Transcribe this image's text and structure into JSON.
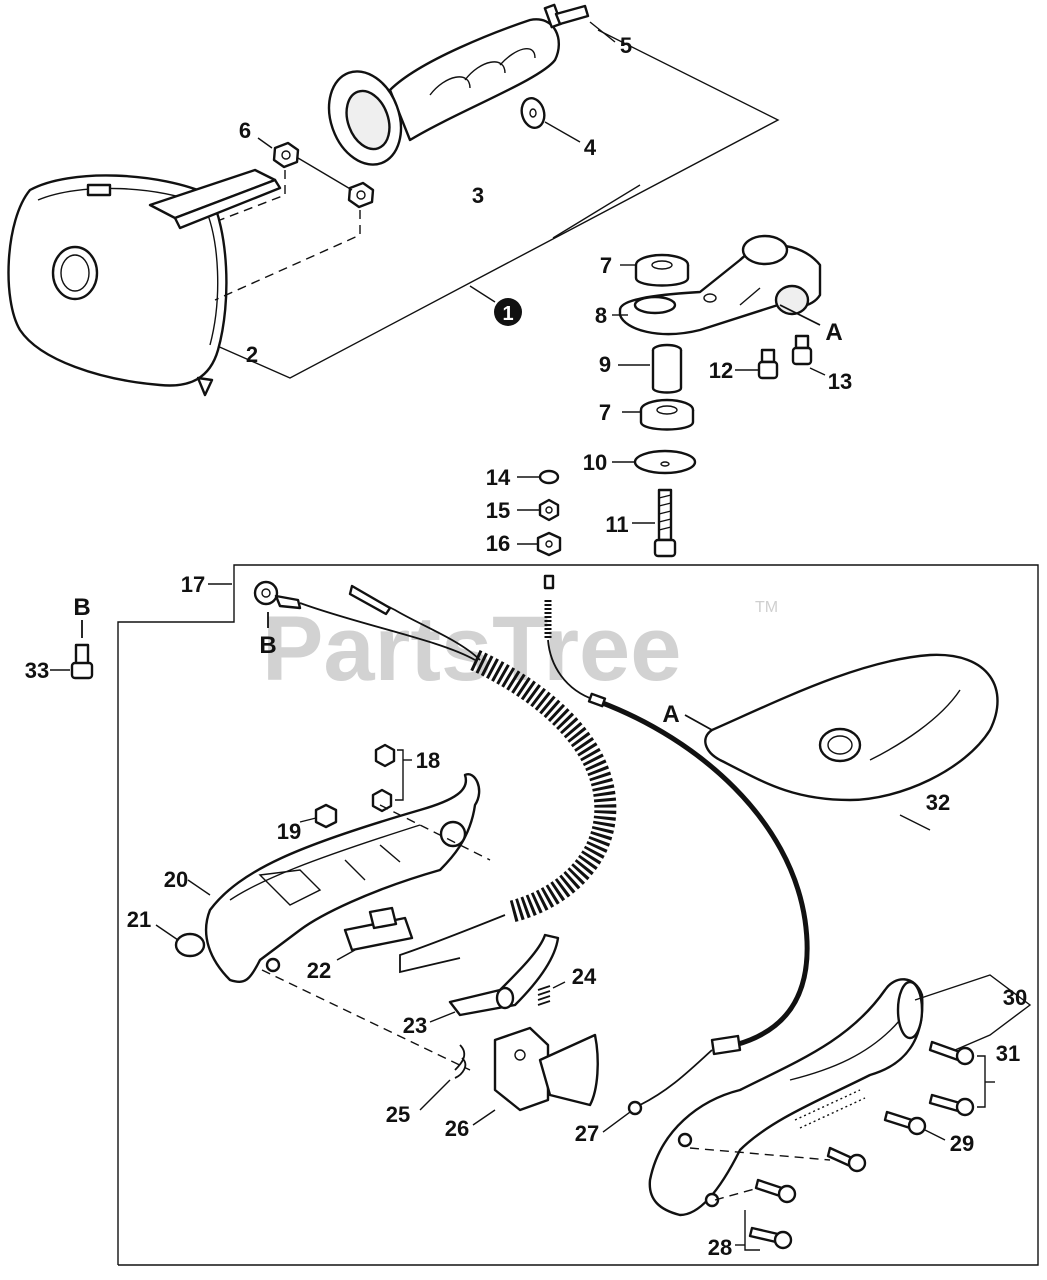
{
  "watermark": {
    "text": "PartsTree",
    "trademark": "TM"
  },
  "circled_label": "1",
  "ref_labels": {
    "a_upper": "A",
    "a_lower": "A",
    "b_upper": "B",
    "b_lower": "B"
  },
  "part_labels": {
    "p2": "2",
    "p3": "3",
    "p4": "4",
    "p5": "5",
    "p6": "6",
    "p7a": "7",
    "p7b": "7",
    "p8": "8",
    "p9": "9",
    "p10": "10",
    "p11": "11",
    "p12": "12",
    "p13": "13",
    "p14": "14",
    "p15": "15",
    "p16": "16",
    "p17": "17",
    "p18": "18",
    "p19": "19",
    "p20": "20",
    "p21": "21",
    "p22": "22",
    "p23": "23",
    "p24": "24",
    "p25": "25",
    "p26": "26",
    "p27": "27",
    "p28": "28",
    "p29": "29",
    "p30": "30",
    "p31": "31",
    "p32": "32",
    "p33": "33"
  }
}
